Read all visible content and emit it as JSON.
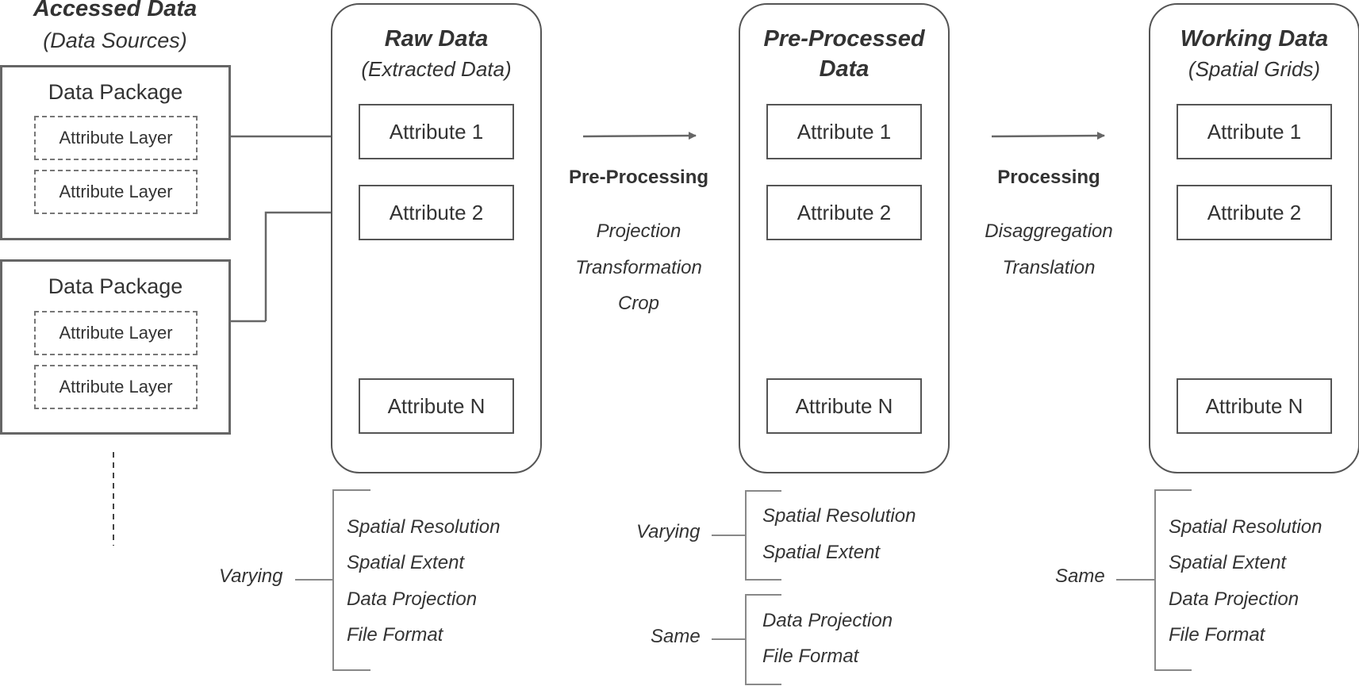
{
  "accessed": {
    "title": "Accessed Data",
    "subtitle": "(Data Sources)",
    "packages": [
      {
        "title": "Data Package",
        "layers": [
          "Attribute Layer",
          "Attribute Layer"
        ]
      },
      {
        "title": "Data Package",
        "layers": [
          "Attribute Layer",
          "Attribute Layer"
        ]
      }
    ]
  },
  "raw": {
    "title": "Raw Data",
    "subtitle": "(Extracted Data)",
    "attributes": [
      "Attribute 1",
      "Attribute 2",
      "Attribute N"
    ],
    "groups": [
      {
        "label": "Varying",
        "items": [
          "Spatial Resolution",
          "Spatial Extent",
          "Data Projection",
          "File Format"
        ]
      }
    ]
  },
  "preprocessing": {
    "title": "Pre-Processing",
    "operations": [
      "Projection",
      "Transformation",
      "Crop"
    ]
  },
  "preprocessed": {
    "title_line1": "Pre-Processed",
    "title_line2": "Data",
    "attributes": [
      "Attribute 1",
      "Attribute 2",
      "Attribute N"
    ],
    "groups": [
      {
        "label": "Varying",
        "items": [
          "Spatial Resolution",
          "Spatial Extent"
        ]
      },
      {
        "label": "Same",
        "items": [
          "Data Projection",
          "File Format"
        ]
      }
    ]
  },
  "processing": {
    "title": "Processing",
    "operations": [
      "Disaggregation",
      "Translation"
    ]
  },
  "working": {
    "title": "Working Data",
    "subtitle": "(Spatial Grids)",
    "attributes": [
      "Attribute 1",
      "Attribute 2",
      "Attribute N"
    ],
    "groups": [
      {
        "label": "Same",
        "items": [
          "Spatial Resolution",
          "Spatial Extent",
          "Data Projection",
          "File Format"
        ]
      }
    ]
  },
  "colors": {
    "stroke": "#555555",
    "text": "#333333"
  }
}
